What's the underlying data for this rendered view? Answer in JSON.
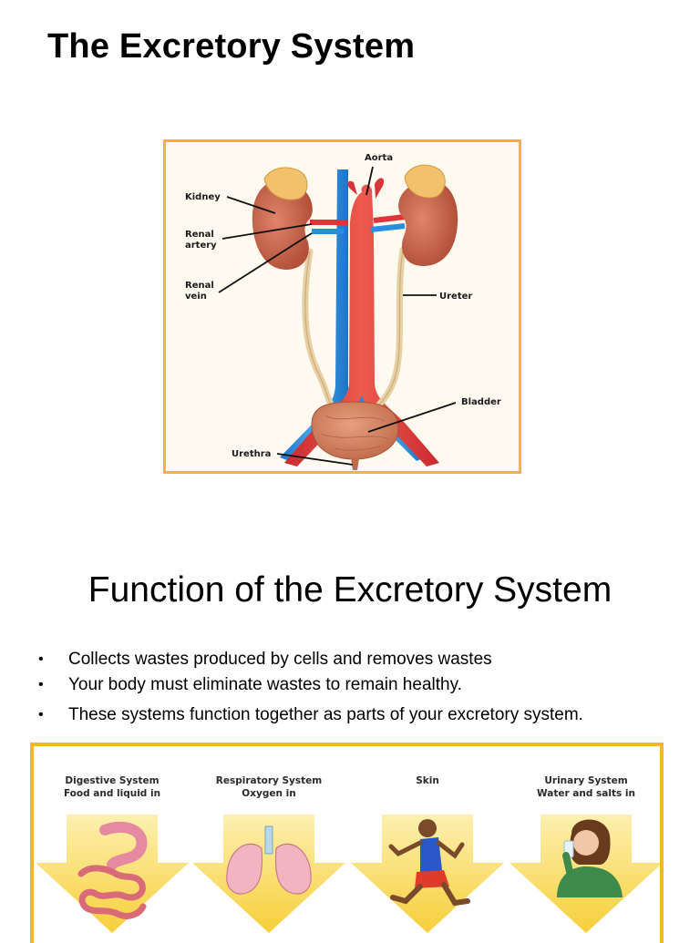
{
  "slide1": {
    "title": "The Excretory System",
    "diagram_labels": {
      "aorta": "Aorta",
      "kidney": "Kidney",
      "renal_artery_1": "Renal",
      "renal_artery_2": "artery",
      "renal_vein_1": "Renal",
      "renal_vein_2": "vein",
      "ureter": "Ureter",
      "bladder": "Bladder",
      "urethra": "Urethra"
    }
  },
  "slide2": {
    "title": "Function of the Excretory System",
    "bullets": [
      "Collects wastes produced by cells and removes wastes",
      "Your body must eliminate wastes to remain healthy.",
      "These systems function together as parts of your excretory system."
    ],
    "systems": [
      {
        "name": "Digestive System",
        "input": "Food and liquid in",
        "icon": "digestive-icon"
      },
      {
        "name": "Respiratory System",
        "input": "Oxygen in",
        "icon": "lungs-icon"
      },
      {
        "name": "Skin",
        "input": "",
        "icon": "runner-icon"
      },
      {
        "name": "Urinary System",
        "input": "Water and salts in",
        "icon": "drinking-girl-icon"
      }
    ]
  },
  "colors": {
    "frame_border": "#f3b33d",
    "arrow_yellow": "#f9d64a",
    "artery_red": "#e0343a",
    "vein_blue": "#2a8ee0",
    "kidney_brown": "#c9674a"
  }
}
